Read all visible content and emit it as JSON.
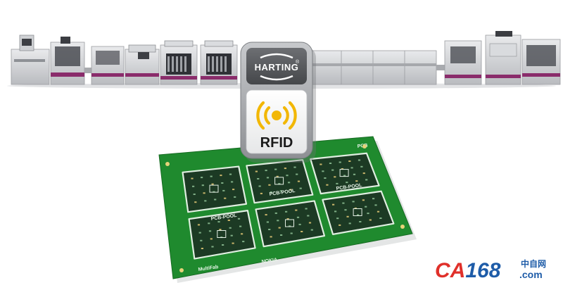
{
  "tag": {
    "brand": "HARTING",
    "registered": "®",
    "label": "RFID",
    "icon": "rfid-wave-icon",
    "accent_color": "#f2b705"
  },
  "pcb": {
    "marking_left": "PCB-POOL",
    "marking_brand": "NOKIA",
    "marking_script": "MultiFab",
    "marking_tag": "PCB",
    "board_color": "#1f8a2e",
    "solder_color": "#1c3a24"
  },
  "watermark": {
    "main": "CA168",
    "cn": "中自网",
    "com": ".com",
    "red": "#e0302a",
    "blue": "#1e5ca8"
  }
}
